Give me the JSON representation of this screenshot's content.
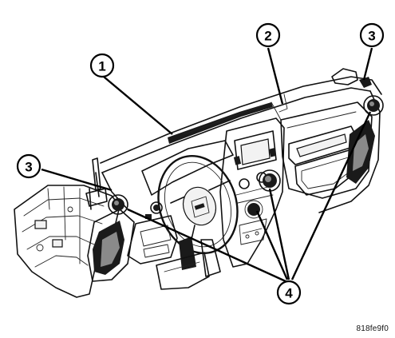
{
  "figure": {
    "code": "818fe9f0"
  },
  "callouts": [
    {
      "id": "1",
      "label": "1"
    },
    {
      "id": "2",
      "label": "2"
    },
    {
      "id": "3a",
      "label": "3"
    },
    {
      "id": "3b",
      "label": "3"
    },
    {
      "id": "4",
      "label": "4"
    }
  ],
  "colors": {
    "ink": "#111111",
    "background": "#ffffff"
  }
}
